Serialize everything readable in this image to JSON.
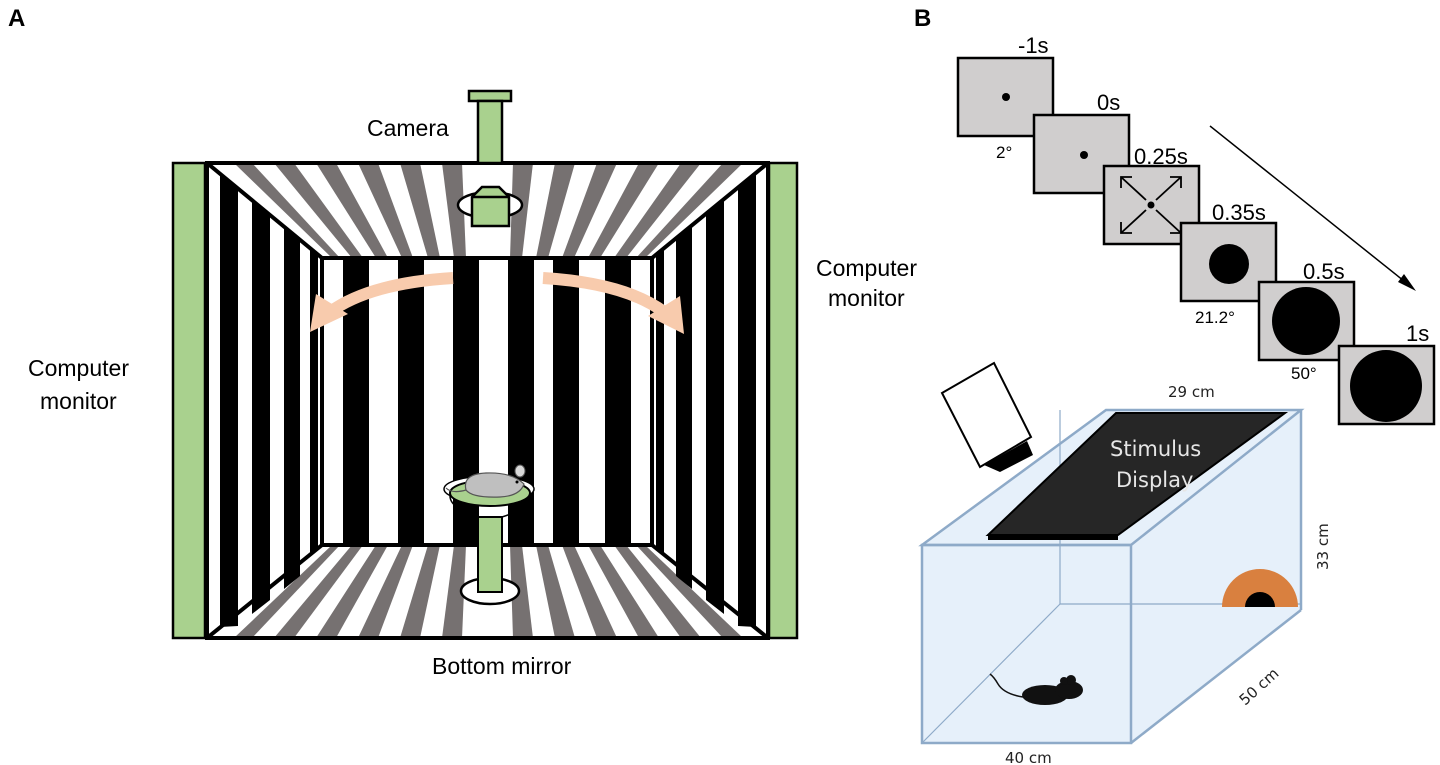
{
  "panel_a": {
    "letter": "A",
    "camera_label": "Camera",
    "monitor_right_line1": "Computer",
    "monitor_right_line2": "monitor",
    "monitor_left_line1": "Computer",
    "monitor_left_line2": "monitor",
    "mirror_label": "Bottom mirror"
  },
  "panel_b": {
    "letter": "B",
    "timeline": [
      {
        "time": "-1s",
        "angle": ""
      },
      {
        "time": "0s",
        "angle": "2°"
      },
      {
        "time": "0.25s",
        "angle": ""
      },
      {
        "time": "0.35s",
        "angle": ""
      },
      {
        "time": "0.5s",
        "angle": "21.2°"
      },
      {
        "time": "1s",
        "angle": "50°"
      }
    ],
    "display_line1": "Stimulus",
    "display_line2": "Display",
    "dim_width": "29 cm",
    "dim_height": "33 cm",
    "dim_depth": "50 cm",
    "dim_length": "40 cm"
  },
  "colors": {
    "green": "#a9d18e",
    "orange_arrow": "#f8cbad",
    "shelter": "#d9803f",
    "arena_fill": "#e6f0fa",
    "arena_edge": "#8eaac8",
    "screen_gray": "#d0cece",
    "display_dark": "#262626"
  }
}
